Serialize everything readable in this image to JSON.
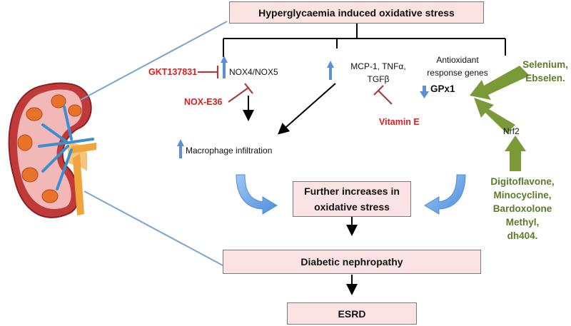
{
  "boxes": {
    "top": "Hyperglycaemia induced oxidative stress",
    "further_line1": "Further increases in",
    "further_line2": "oxidative stress",
    "nephropathy": "Diabetic nephropathy",
    "esrd": "ESRD"
  },
  "labels": {
    "nox": "NOX4/NOX5",
    "mcp_line1": "MCP-1, TNFα,",
    "mcp_line2": "TGFβ",
    "antioxidant_line1": "Antioxidant",
    "antioxidant_line2": "response genes",
    "gpx1": "GPx1",
    "macrophage": "Macrophage infiltration",
    "nrf2": "Nrf2"
  },
  "inhibitors": {
    "gkt": "GKT137831",
    "nox_e36": "NOX-E36",
    "vitamin_e": "Vitamin E"
  },
  "activators": {
    "selenium_line1": "Selenium,",
    "selenium_line2": "Ebselen.",
    "nrf2_acts": [
      "Digitoflavone,",
      "Minocycline,",
      "Bardoxolone",
      "Methyl,",
      "dh404."
    ]
  },
  "colors": {
    "box_fill": "#fbe3e3",
    "inhibitor": "#d92020",
    "activator": "#7a9a38",
    "up_arrow": "#5b8fd6",
    "curved_arrow": "#6ea6e6"
  }
}
